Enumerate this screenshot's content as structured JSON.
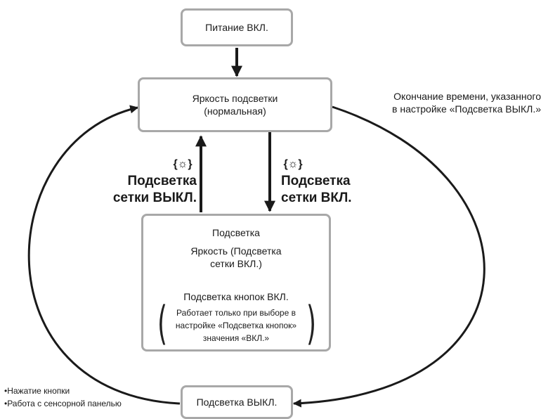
{
  "boxes": {
    "power_on": "Питание ВКЛ.",
    "brightness_line1": "Яркость подсветки",
    "brightness_line2": "(нормальная)",
    "backlight_title": "Подсветка",
    "backlight_line2": "Яркость (Подсветка",
    "backlight_line3": "сетки ВКЛ.)",
    "buttons_on": "Подсветка кнопок ВКЛ.",
    "note_line1": "Работает только при выборе в",
    "note_line2": "настройке «Подсветка кнопок»",
    "note_line3": "значения «ВКЛ.»",
    "backlight_off": "Подсветка ВЫКЛ."
  },
  "labels": {
    "grid_off_icon": "{☼}",
    "grid_off_line1": "Подсветка",
    "grid_off_line2": "сетки ВЫКЛ.",
    "grid_on_icon": "{☼}",
    "grid_on_line1": "Подсветка",
    "grid_on_line2": "сетки ВКЛ.",
    "timeout_line1": "Окончание времени, указанного",
    "timeout_line2": "в настройке «Подсветка ВЫКЛ.»",
    "action_1": "•Нажатие кнопки",
    "action_2": "•Работа с сенсорной панелью"
  },
  "colors": {
    "box_border": "#a8a8a8",
    "arrow": "#1a1a1a"
  }
}
